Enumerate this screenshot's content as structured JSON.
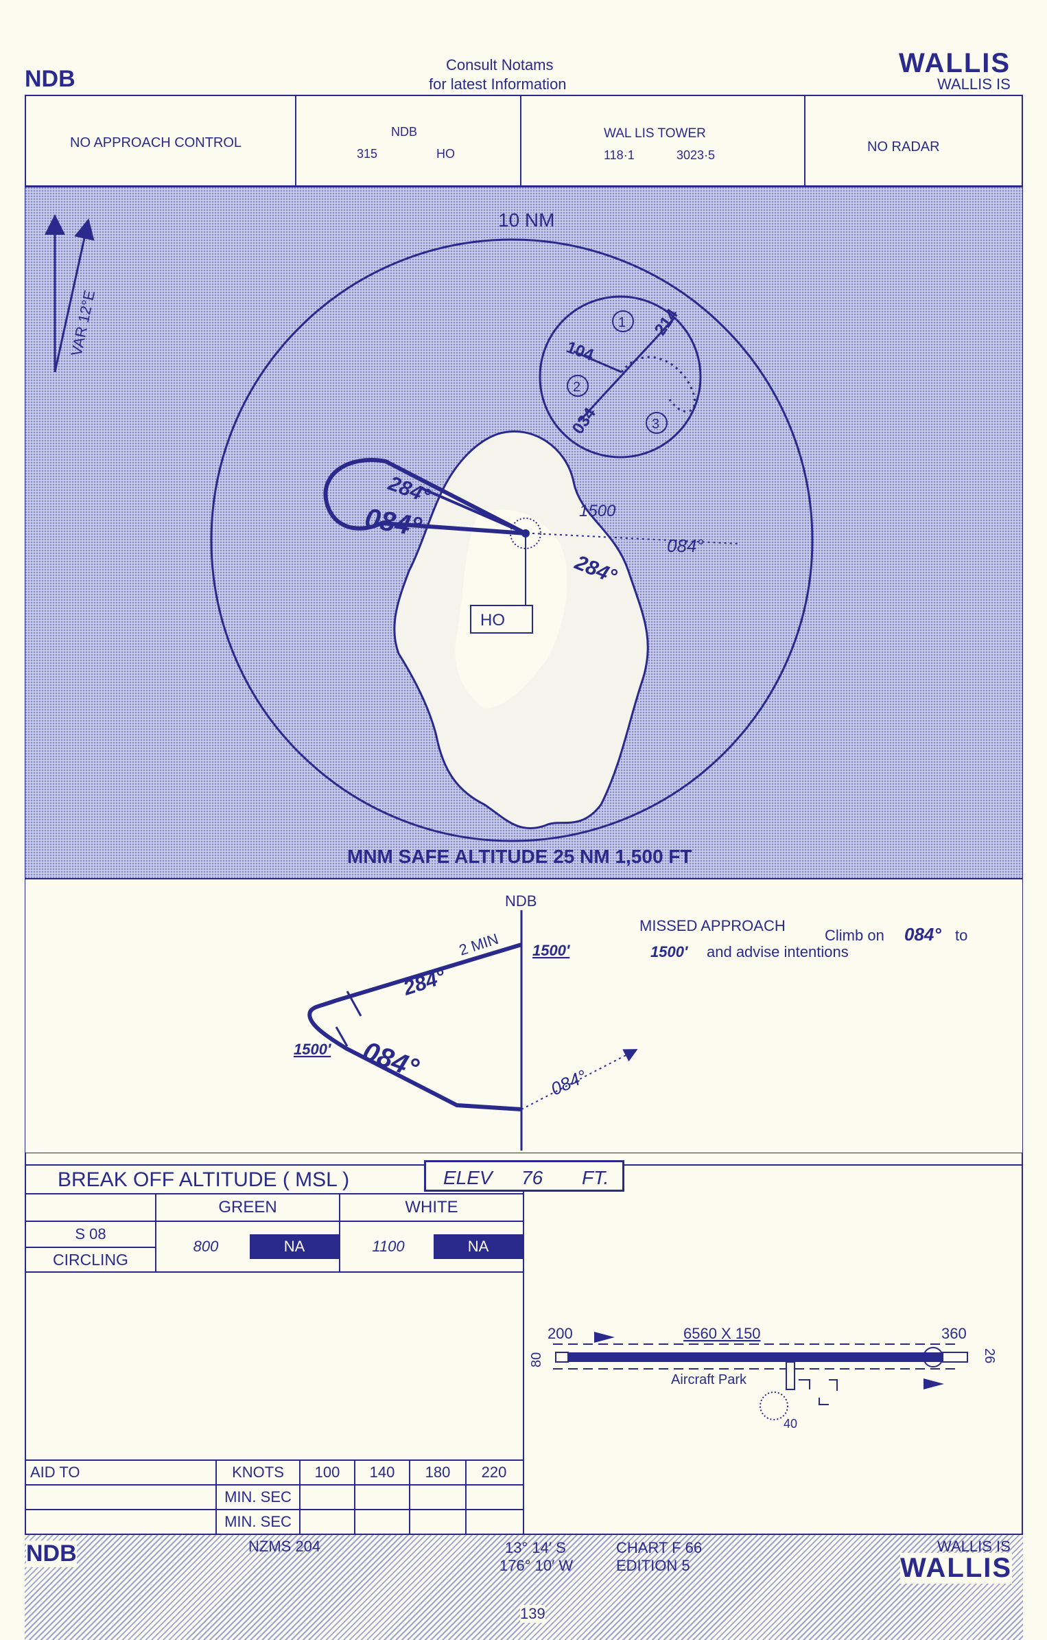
{
  "header": {
    "left_type": "NDB",
    "consult_1": "Consult   Notams",
    "consult_2": "for  latest  Information",
    "right_title": "WALLIS",
    "right_subtitle": "WALLIS IS"
  },
  "info_bar": {
    "approach": "NO  APPROACH   CONTROL",
    "ndb_label": "NDB",
    "ndb_freq": "315",
    "ndb_ident": "HO",
    "tower_label": "WAL LIS TOWER",
    "tower_freq1": "118·1",
    "tower_freq2": "3023·5",
    "radar": "NO     RADAR"
  },
  "plan": {
    "range_label": "10 NM",
    "variation": "VAR 12°E",
    "ndb_ident": "HO",
    "bearing_outbound": "284°",
    "bearing_inbound": "084°",
    "bearing_outbound_2": "284°",
    "bearing_missed": "084°",
    "alt_1500": "1500",
    "entry_104": "104",
    "entry_214": "214",
    "entry_034": "034",
    "sector_1": "1",
    "sector_2": "2",
    "sector_3": "3",
    "msa": "MNM SAFE ALTITUDE 25 NM 1,500 FT"
  },
  "profile": {
    "ndb_label": "NDB",
    "two_min": "2 MIN",
    "alt_top": "1500′",
    "alt_left": "1500′",
    "bearing_284": "284°",
    "bearing_084": "084°",
    "bearing_missed": "084°",
    "missed_title": "MISSED   APPROACH",
    "missed_text_1": "Climb on",
    "missed_text_2": "084°",
    "missed_text_3": "to",
    "missed_text_4": "1500′",
    "missed_text_5": "and  advise intentions"
  },
  "minima": {
    "title": "BREAK  OFF  ALTITUDE   ( MSL )",
    "elev_label": "ELEV",
    "elev_value": "76",
    "elev_unit": "FT.",
    "green": "GREEN",
    "white": "WHITE",
    "row1_label": "S  08",
    "row2_label": "CIRCLING",
    "green_value": "800",
    "green_na": "NA",
    "white_value": "1100",
    "white_na": "NA"
  },
  "aid_table": {
    "aid_to": "AID TO",
    "knots": "KNOTS",
    "minsec_1": "MIN. SEC",
    "minsec_2": "MIN. SEC",
    "speeds": [
      "100",
      "140",
      "180",
      "220"
    ]
  },
  "aerodrome": {
    "left_num": "200",
    "dims": "6560  X  150",
    "right_num": "360",
    "left_elev": "80",
    "right_elev": "26",
    "park": "Aircraft  Park",
    "park_num": "40"
  },
  "footer": {
    "left_type": "NDB",
    "nzms": "NZMS  204",
    "lat": "13° 14′ S",
    "lon": "176° 10′ W",
    "chart": "CHART  F 66",
    "edition": "EDITION  5",
    "right_subtitle": "WALLIS IS",
    "right_title": "WALLIS",
    "page": "139"
  },
  "colors": {
    "ink": "#2a2a8c",
    "paper": "#fbfbf0",
    "tint": "#b9bde0"
  }
}
